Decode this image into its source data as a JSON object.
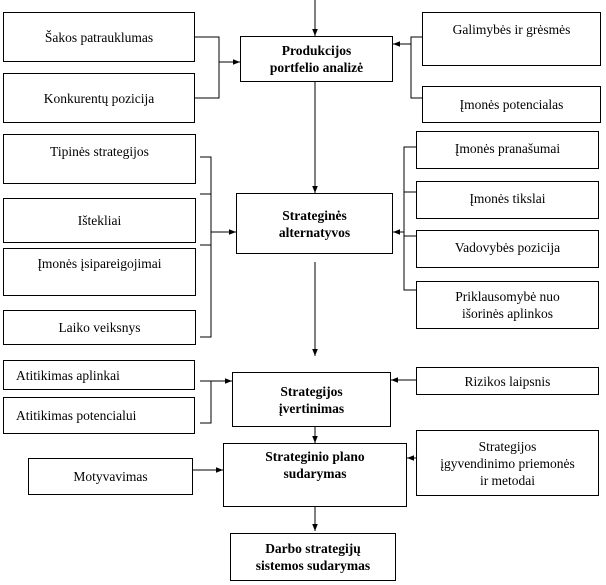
{
  "left": {
    "sakos": "Šakos patrauklumas",
    "konkurentu": "Konkurentų pozicija",
    "tipines": "Tipinės strategijos",
    "istekliai": "Ištekliai",
    "isipareigojimai": "Įmonės įsipareigojimai",
    "laiko": "Laiko veiksnys",
    "aplinkai": "Atitikimas aplinkai",
    "potencialui": "Atitikimas potencialui",
    "motyvavimas": "Motyvavimas"
  },
  "center": {
    "portfelio": "Produkcijos\nportfelio analizė",
    "alternatyvos": "Strateginės\nalternatyvos",
    "ivertinimas": "Strategijos\nįvertinimas",
    "plano": "Strateginio plano\nsudarymas",
    "darbo": "Darbo strategijų\nsistemos sudarymas"
  },
  "right": {
    "galimybes": "Galimybės ir grėsmės",
    "potencialas": "Įmonės potencialas",
    "pranasumai": "Įmonės pranašumai",
    "tikslai": "Įmonės tikslai",
    "vadovybes": "Vadovybės pozicija",
    "priklausomybe": "Priklausomybė nuo\nišorinės aplinkos",
    "rizikos": "Rizikos laipsnis",
    "priemones": "Strategijos\nįgyvendinimo priemonės\nir metodai"
  }
}
